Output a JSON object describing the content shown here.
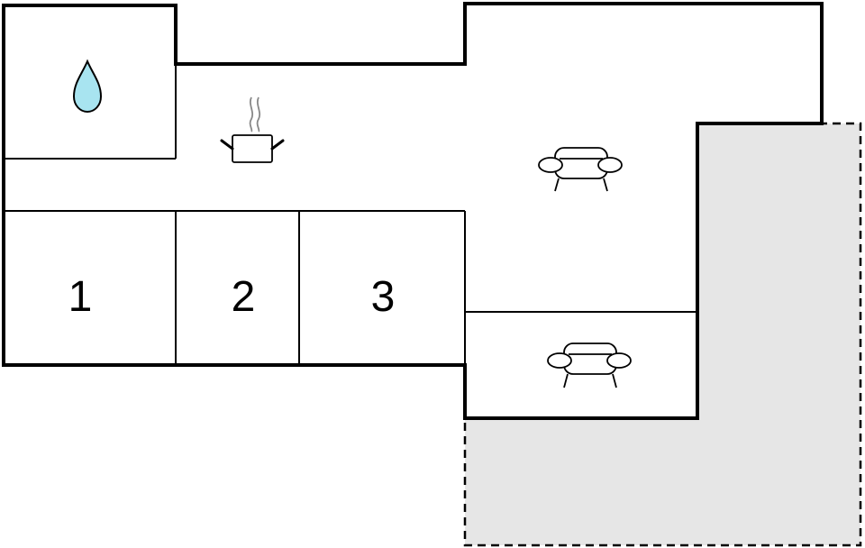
{
  "floor_plan": {
    "rooms": [
      {
        "id": "bedroom-1",
        "label": "1"
      },
      {
        "id": "bedroom-2",
        "label": "2"
      },
      {
        "id": "bedroom-3",
        "label": "3"
      }
    ],
    "icons": {
      "bathroom": "water-drop-icon",
      "kitchen": "cooking-pot-icon",
      "living_room": "sofa-icon",
      "lounge": "sofa-icon"
    },
    "colors": {
      "wall": "#000000",
      "terrace_fill": "#e6e6e6",
      "water_fill": "#a8e4f0"
    }
  }
}
